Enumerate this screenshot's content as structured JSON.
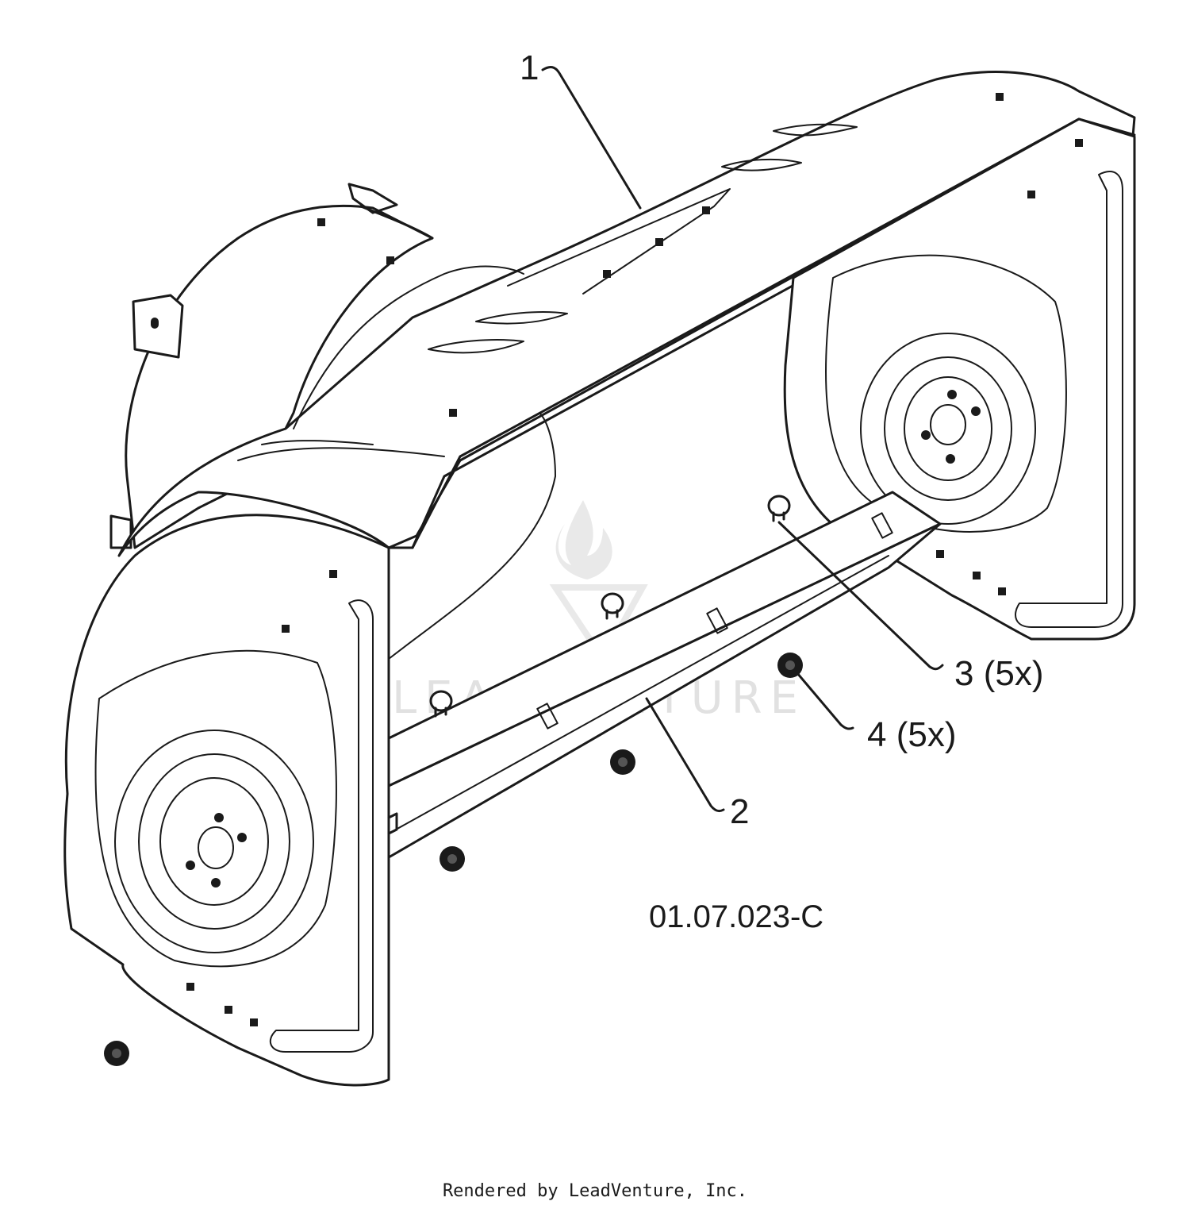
{
  "diagram": {
    "callouts": [
      {
        "id": "1",
        "label": "1"
      },
      {
        "id": "2",
        "label": "2"
      },
      {
        "id": "3",
        "label": "3 (5x)"
      },
      {
        "id": "4",
        "label": "4 (5x)"
      }
    ],
    "drawing_code": "01.07.023-C",
    "watermark": "LEADVENTURE"
  },
  "footer": {
    "text": "Rendered by LeadVenture, Inc."
  }
}
